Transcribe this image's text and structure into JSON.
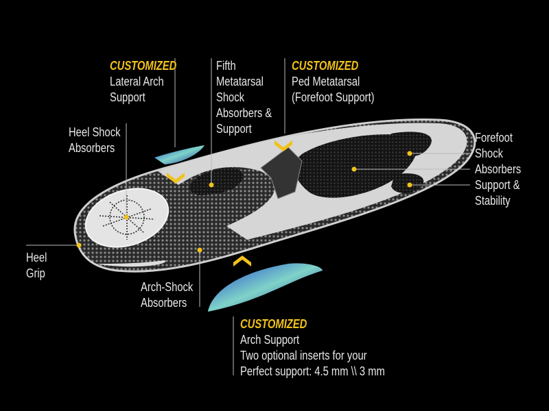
{
  "colors": {
    "accent": "#f2c21b",
    "background": "#000000",
    "text": "#e8e8e8"
  },
  "labels": {
    "lateral_arch": {
      "tag": "CUSTOMIZED",
      "lines": [
        "Lateral Arch",
        "Support"
      ]
    },
    "fifth_metatarsal": {
      "lines": [
        "Fifth",
        "Metatarsal",
        "Shock",
        "Absorbers &",
        "Support"
      ]
    },
    "ped_metatarsal": {
      "tag": "CUSTOMIZED",
      "lines": [
        "Ped Metatarsal",
        "(Forefoot Support)"
      ]
    },
    "heel_shock": {
      "lines": [
        "Heel Shock",
        "Absorbers"
      ]
    },
    "forefoot": {
      "lines": [
        "Forefoot",
        "Shock",
        "Absorbers",
        "Support &",
        "Stability"
      ]
    },
    "heel_grip": {
      "lines": [
        "Heel",
        "Grip"
      ]
    },
    "arch_shock": {
      "lines": [
        "Arch-Shock",
        "Absorbers"
      ]
    },
    "arch_support": {
      "tag": "CUSTOMIZED",
      "lines": [
        "Arch Support",
        "Two optional inserts for your",
        "Perfect support: 4.5 mm \\\\ 3 mm"
      ]
    }
  }
}
